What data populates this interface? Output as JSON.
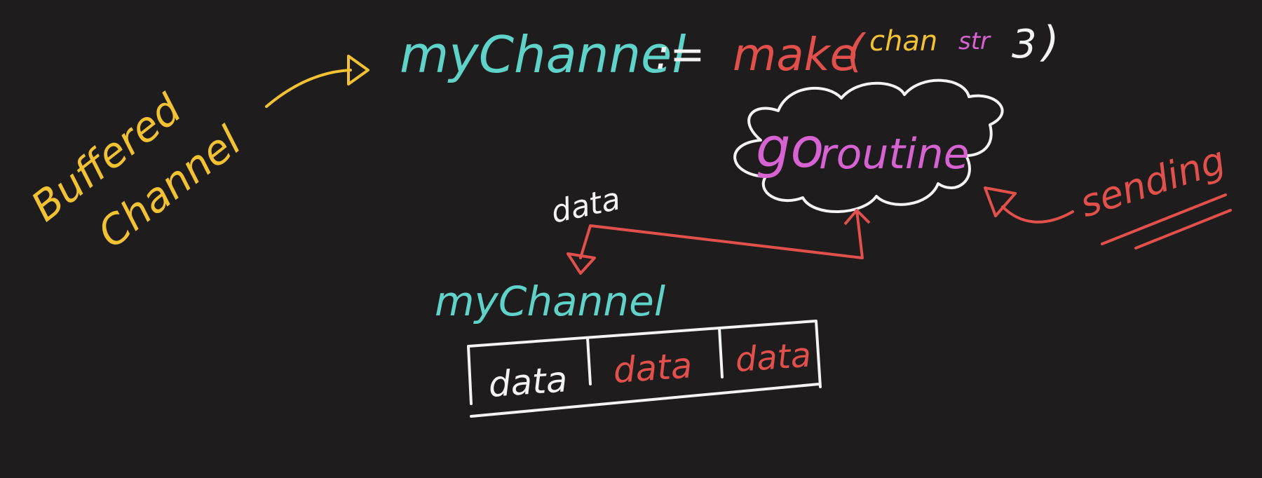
{
  "background_color": "#1e1c1c",
  "colors": {
    "yellow": "#f2c232",
    "teal": "#5fd3c9",
    "red": "#e2504c",
    "white": "#f3f3f3",
    "pink": "#d762d2"
  },
  "labels": {
    "buffered": "Buffered",
    "channel_word": "Channel",
    "code_var": "myChannel",
    "code_op": ":=",
    "code_make": "make",
    "code_paren_open": "(",
    "code_chan": "chan",
    "code_str": "str",
    "code_cap": "3",
    "code_paren_close": ")",
    "go": "go",
    "routine": "routine",
    "sending": "sending",
    "arrow_data": "data",
    "buffer_name": "myChannel"
  },
  "buffer": {
    "cells": [
      "data",
      "data",
      "data"
    ],
    "cell_colors": [
      "#f3f3f3",
      "#e2504c",
      "#e2504c"
    ]
  }
}
